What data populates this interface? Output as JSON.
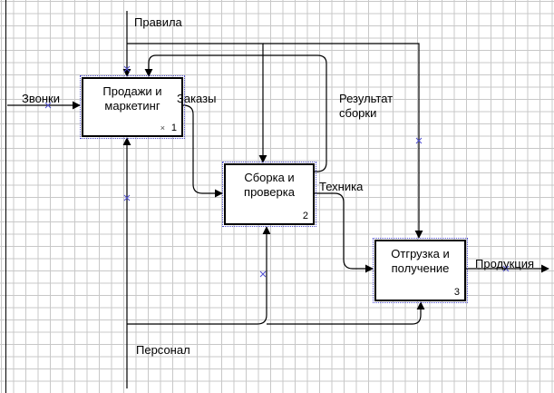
{
  "boxes": [
    {
      "title_line1": "Продажи и",
      "title_line2": "маркетинг",
      "number": "1"
    },
    {
      "title_line1": "Сборка и",
      "title_line2": "проверка",
      "number": "2"
    },
    {
      "title_line1": "Отгрузка и",
      "title_line2": "получение",
      "number": "3"
    }
  ],
  "arrows": {
    "rules": "Правила",
    "calls": "Звонки",
    "orders": "Заказы",
    "assembly_result_line1": "Результат",
    "assembly_result_line2": "сборки",
    "equipment": "Техника",
    "products": "Продукция",
    "staff": "Персонал"
  },
  "colors": {
    "line": "#000000",
    "grid": "#c8c8c8",
    "box_outline": "#5050d0"
  }
}
